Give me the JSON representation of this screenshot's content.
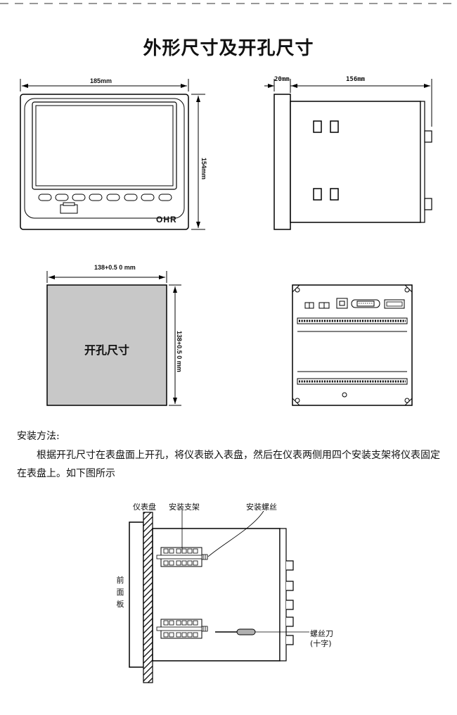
{
  "title": "外形尺寸及开孔尺寸",
  "dimensions": {
    "front_width": "185mm",
    "side_front_depth": "20mm",
    "side_body_depth": "156mm",
    "front_height": "154mm",
    "cutout_width": "138+0.5 0 mm",
    "cutout_height": "138+0.5 0 mm"
  },
  "front_view": {
    "brand": "OHR"
  },
  "cutout": {
    "label": "开孔尺寸"
  },
  "install": {
    "title": "安装方法:",
    "body": "根据开孔尺寸在表盘面上开孔，将仪表嵌入表盘，然后在仪表两侧用四个安装支架将仪表固定在表盘上。如下图所示"
  },
  "install_diagram": {
    "panel_label": "仪表盘",
    "bracket_label": "安装支架",
    "screw_label": "安装螺丝",
    "front_panel_label": "前面板",
    "screwdriver_label": "螺丝刀",
    "screwdriver_type": "(十字)"
  }
}
